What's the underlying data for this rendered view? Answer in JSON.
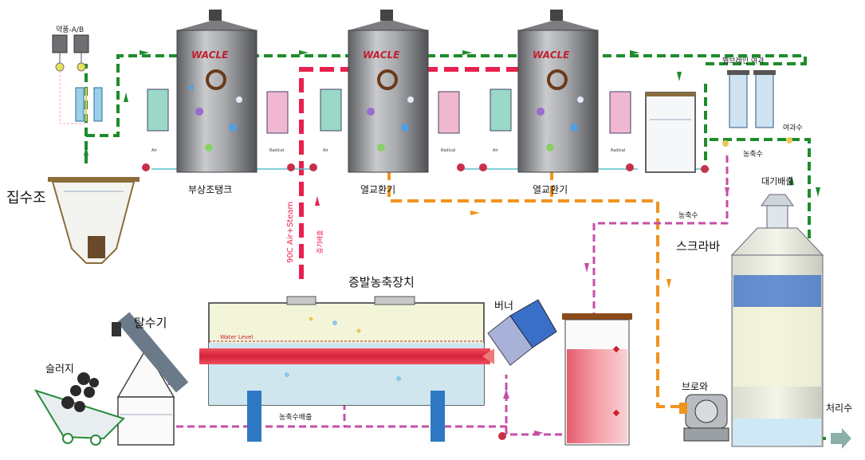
{
  "labels": {
    "chemicals": "약품-A/B",
    "membrane": "멤브레인 여과",
    "filtrate": "여과수",
    "concentrate_top": "농축수",
    "concentrate_mid": "농축수",
    "exhaust": "대기배출",
    "collection_tank": "집수조",
    "flotation_tank": "부상조탱크",
    "heat_exchanger_1": "열교환기",
    "heat_exchanger_2": "열교환기",
    "scrubber": "스크라바",
    "evaporator": "증발농축장치",
    "burner": "버너",
    "dewatering": "탈수기",
    "sludge": "슬러지",
    "water_level": "Water Level",
    "concentrate_drain": "농축수배출",
    "blower": "브로와",
    "treated_water": "처리수",
    "steam": "90C Air+Steam",
    "vapor_exhaust": "증기배출",
    "brand": "WACLE",
    "air": "Air",
    "radical": "Radical"
  },
  "colors": {
    "green_line": "#1e8c2a",
    "red_line": "#e8204f",
    "orange_line": "#f0941e",
    "magenta_line": "#c64fa5",
    "tank_gray": "#8a8c90",
    "scrubber_blue": "#3a6fc8",
    "pillar_blue": "#2e78c4"
  }
}
